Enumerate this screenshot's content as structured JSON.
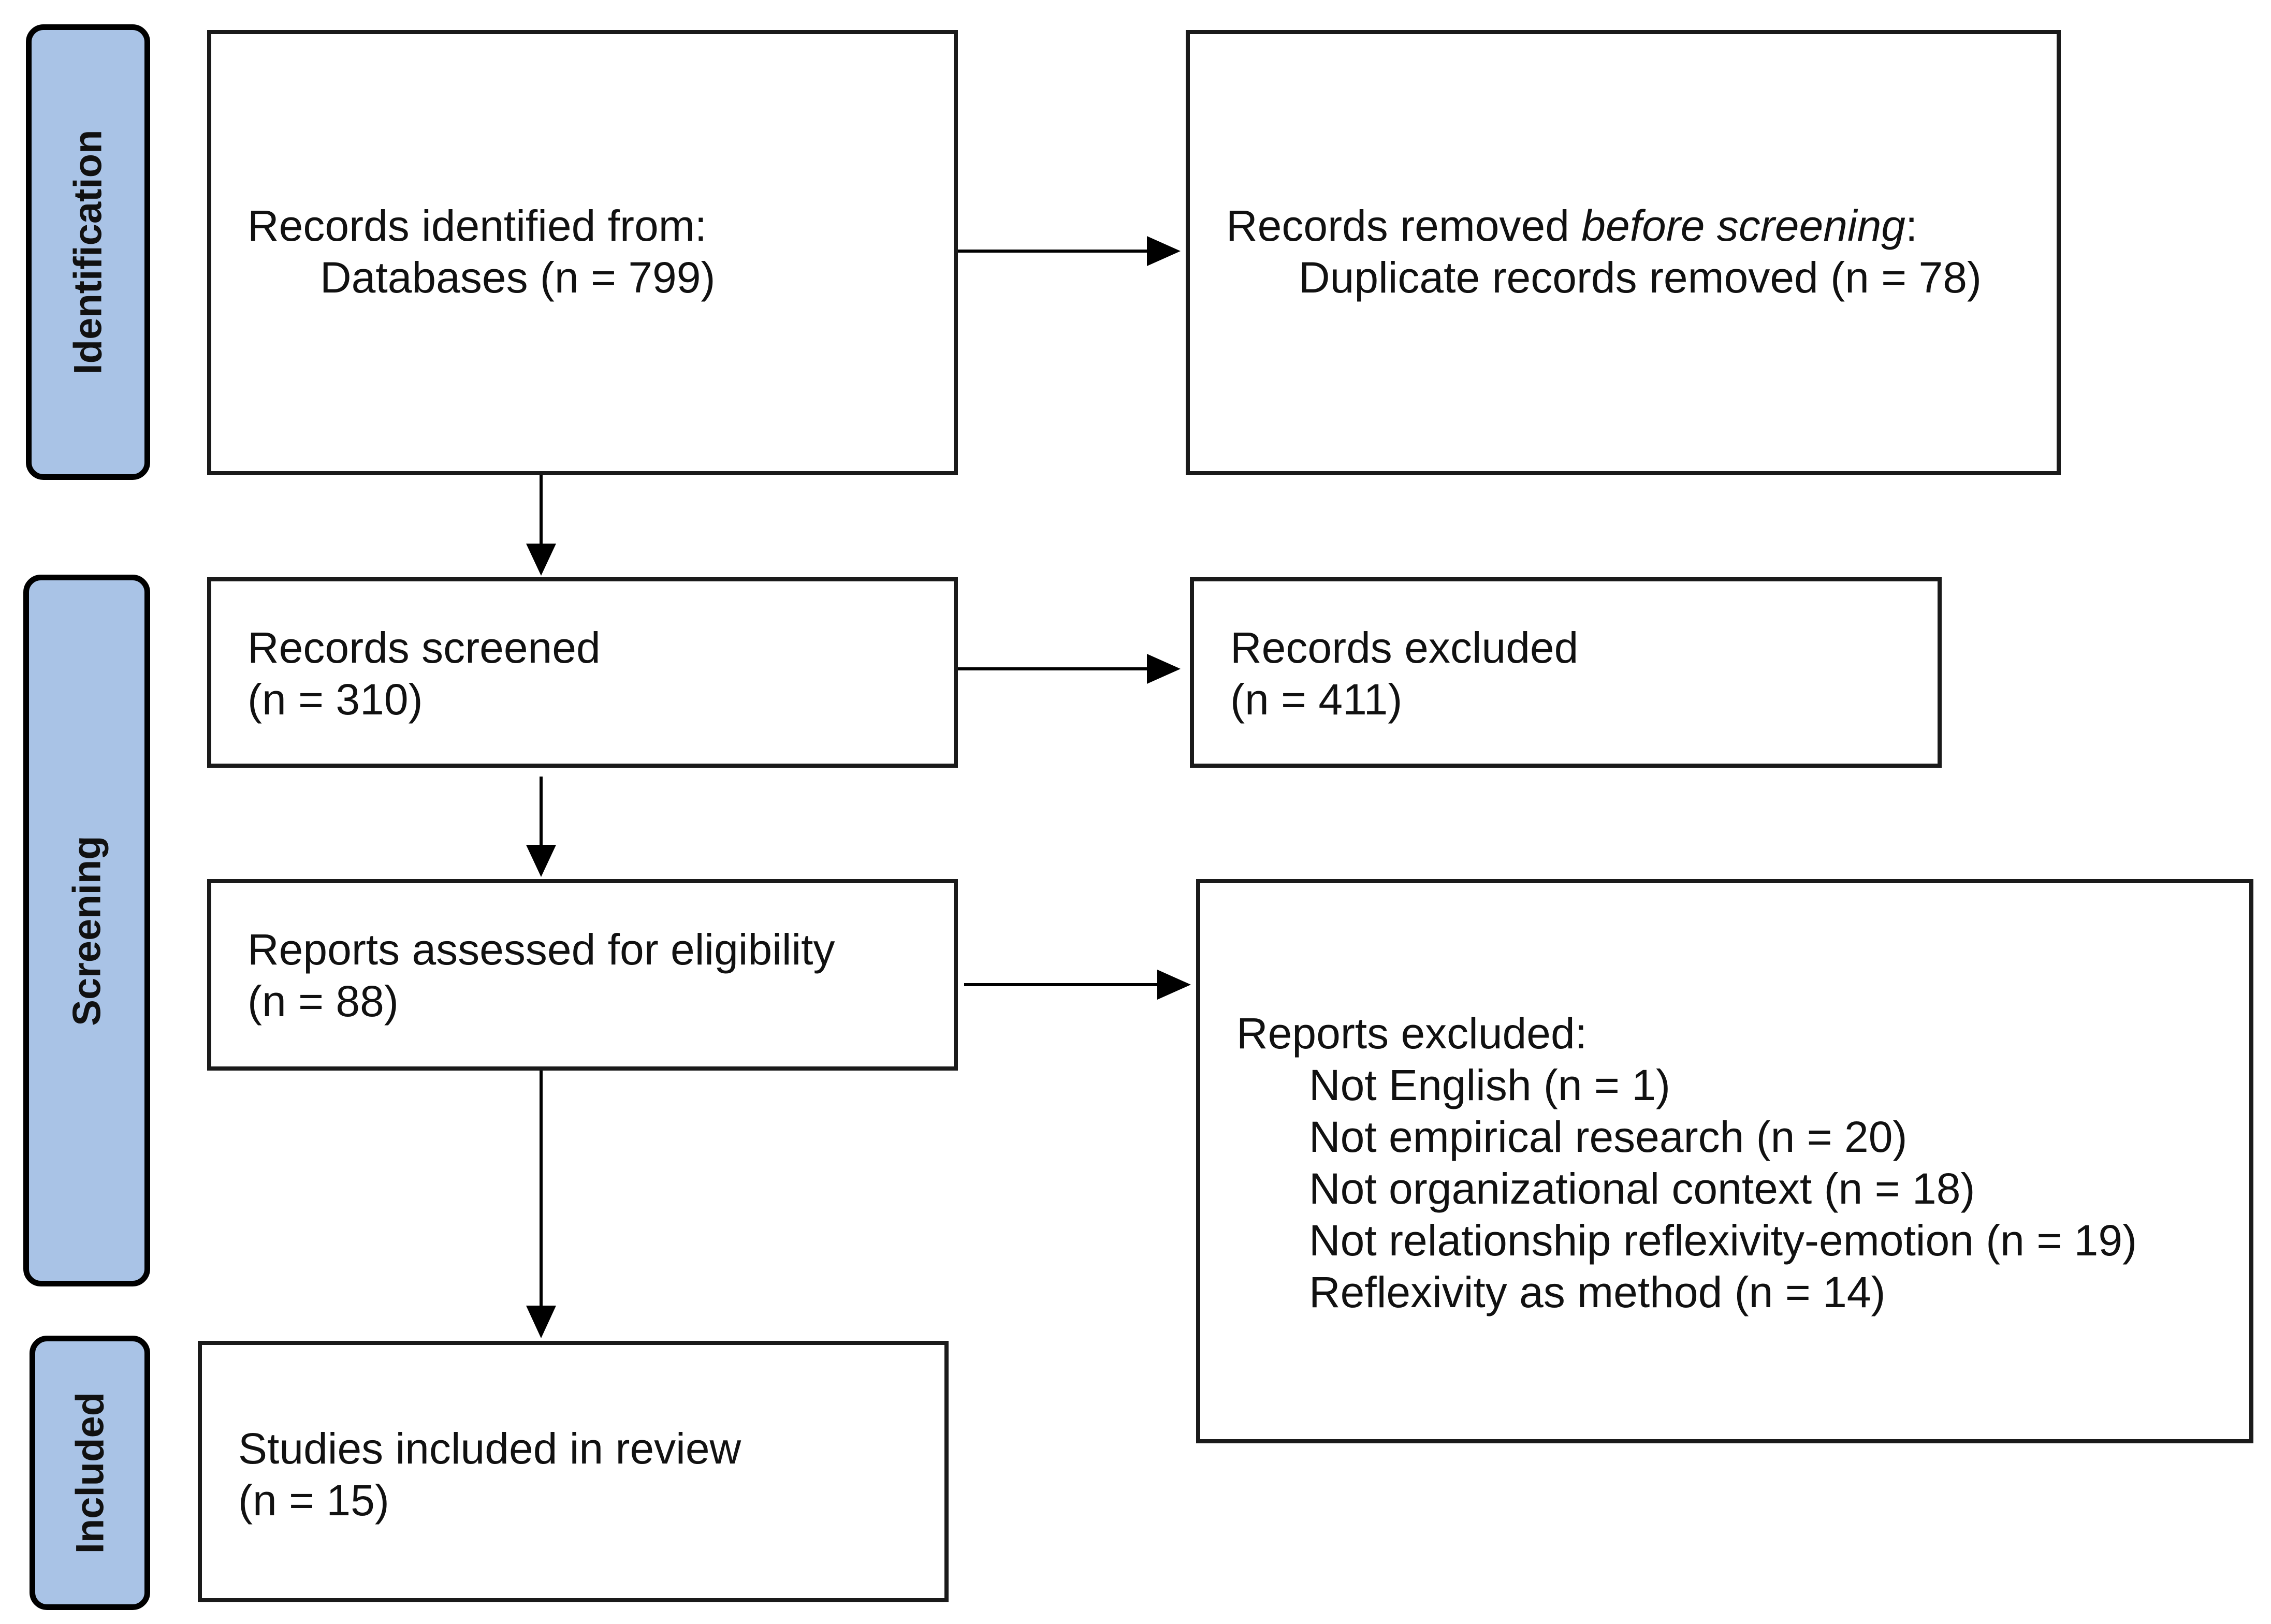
{
  "phases": {
    "identification": "Identification",
    "screening": "Screening",
    "included": "Included"
  },
  "boxes": {
    "identified": {
      "line1": "Records identified from:",
      "line2": "Databases (n = 799)"
    },
    "removed": {
      "line1_prefix": "Records removed ",
      "line1_italic": "before screening",
      "line1_suffix": ":",
      "line2": "Duplicate records removed (n = 78)"
    },
    "screened": {
      "line1": "Records screened",
      "line2": "(n = 310)"
    },
    "excluded": {
      "line1": "Records excluded",
      "line2": "(n = 411)"
    },
    "assessed": {
      "line1": "Reports assessed for eligibility",
      "line2": "(n = 88)"
    },
    "reports_excluded": {
      "title": "Reports excluded:",
      "reasons": [
        "Not English (n = 1)",
        "Not empirical research (n = 20)",
        "Not organizational context (n = 18)",
        "Not relationship reflexivity-emotion (n = 19)",
        "Reflexivity as method (n = 14)"
      ]
    },
    "included": {
      "line1": "Studies included in review",
      "line2": "(n = 15)"
    }
  }
}
